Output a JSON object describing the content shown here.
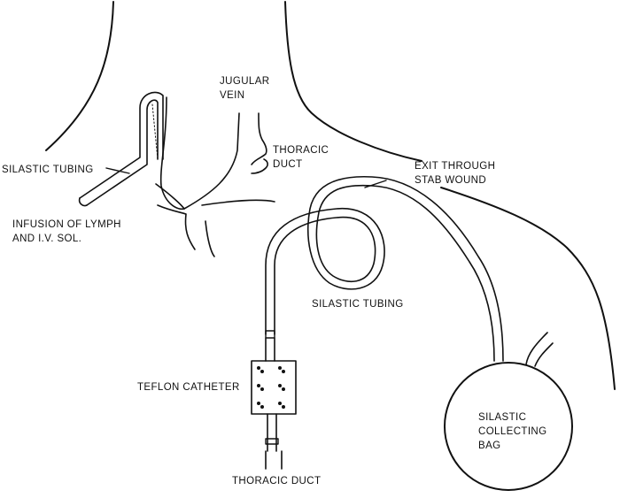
{
  "labels": {
    "jugular_vein": [
      "JUGULAR",
      "VEIN"
    ],
    "thoracic_duct_top": [
      "THORACIC",
      "DUCT"
    ],
    "exit": [
      "EXIT THROUGH",
      "STAB WOUND"
    ],
    "silastic_tubing_left": "SILASTIC TUBING",
    "infusion": [
      "INFUSION OF LYMPH",
      "AND I.V. SOL."
    ],
    "silastic_tubing_mid": "SILASTIC TUBING",
    "teflon_catheter": "TEFLON CATHETER",
    "bag": [
      "SILASTIC",
      "COLLECTING",
      "BAG"
    ],
    "thoracic_duct_bottom": "THORACIC DUCT"
  },
  "colors": {
    "ink": "#111111",
    "paper": "#ffffff"
  }
}
